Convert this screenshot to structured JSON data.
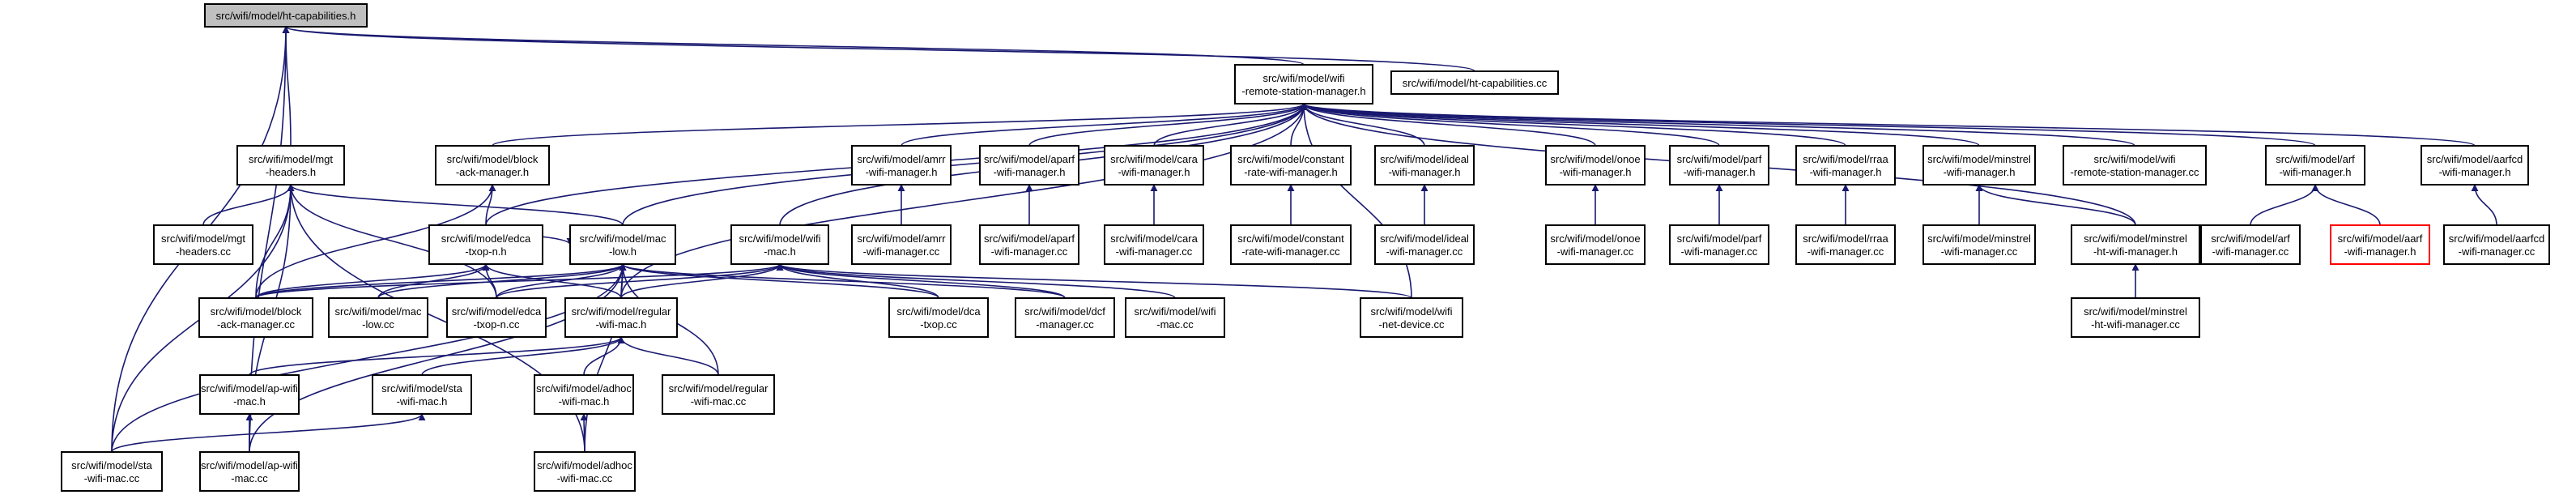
{
  "graph": {
    "colors": {
      "edge": "#191970",
      "node_border": "#000000",
      "node_fill": "#ffffff",
      "root_fill": "#bfbfbf",
      "root_border": "#000000",
      "highlight_border": "#ff0000"
    },
    "nodes": [
      {
        "id": "ht_cap_h",
        "lines": [
          "src/wifi/model/ht-capabilities.h"
        ],
        "root": true
      },
      {
        "id": "rsm_h",
        "lines": [
          "src/wifi/model/wifi",
          "-remote-station-manager.h"
        ]
      },
      {
        "id": "ht_cap_cc",
        "lines": [
          "src/wifi/model/ht-capabilities.cc"
        ]
      },
      {
        "id": "mgt_h",
        "lines": [
          "src/wifi/model/mgt",
          "-headers.h"
        ]
      },
      {
        "id": "block_ack_h",
        "lines": [
          "src/wifi/model/block",
          "-ack-manager.h"
        ]
      },
      {
        "id": "mac_low_h",
        "lines": [
          "src/wifi/model/mac",
          "-low.h"
        ]
      },
      {
        "id": "edca_h",
        "lines": [
          "src/wifi/model/edca",
          "-txop-n.h"
        ]
      },
      {
        "id": "wifi_mac_h",
        "lines": [
          "src/wifi/model/wifi",
          "-mac.h"
        ]
      },
      {
        "id": "amrr_h",
        "lines": [
          "src/wifi/model/amrr",
          "-wifi-manager.h"
        ]
      },
      {
        "id": "aparf_h",
        "lines": [
          "src/wifi/model/aparf",
          "-wifi-manager.h"
        ]
      },
      {
        "id": "cara_h",
        "lines": [
          "src/wifi/model/cara",
          "-wifi-manager.h"
        ]
      },
      {
        "id": "constant_h",
        "lines": [
          "src/wifi/model/constant",
          "-rate-wifi-manager.h"
        ]
      },
      {
        "id": "ideal_h",
        "lines": [
          "src/wifi/model/ideal",
          "-wifi-manager.h"
        ]
      },
      {
        "id": "onoe_h",
        "lines": [
          "src/wifi/model/onoe",
          "-wifi-manager.h"
        ]
      },
      {
        "id": "parf_h",
        "lines": [
          "src/wifi/model/parf",
          "-wifi-manager.h"
        ]
      },
      {
        "id": "rraa_h",
        "lines": [
          "src/wifi/model/rraa",
          "-wifi-manager.h"
        ]
      },
      {
        "id": "minstrel_h",
        "lines": [
          "src/wifi/model/minstrel",
          "-wifi-manager.h"
        ]
      },
      {
        "id": "rsm_cc",
        "lines": [
          "src/wifi/model/wifi",
          "-remote-station-manager.cc"
        ]
      },
      {
        "id": "arf_h",
        "lines": [
          "src/wifi/model/arf",
          "-wifi-manager.h"
        ]
      },
      {
        "id": "aarfcd_h",
        "lines": [
          "src/wifi/model/aarfcd",
          "-wifi-manager.h"
        ]
      },
      {
        "id": "mgt_cc",
        "lines": [
          "src/wifi/model/mgt",
          "-headers.cc"
        ]
      },
      {
        "id": "amrr_cc",
        "lines": [
          "src/wifi/model/amrr",
          "-wifi-manager.cc"
        ]
      },
      {
        "id": "aparf_cc",
        "lines": [
          "src/wifi/model/aparf",
          "-wifi-manager.cc"
        ]
      },
      {
        "id": "cara_cc",
        "lines": [
          "src/wifi/model/cara",
          "-wifi-manager.cc"
        ]
      },
      {
        "id": "constant_cc",
        "lines": [
          "src/wifi/model/constant",
          "-rate-wifi-manager.cc"
        ]
      },
      {
        "id": "ideal_cc",
        "lines": [
          "src/wifi/model/ideal",
          "-wifi-manager.cc"
        ]
      },
      {
        "id": "onoe_cc",
        "lines": [
          "src/wifi/model/onoe",
          "-wifi-manager.cc"
        ]
      },
      {
        "id": "parf_cc",
        "lines": [
          "src/wifi/model/parf",
          "-wifi-manager.cc"
        ]
      },
      {
        "id": "rraa_cc",
        "lines": [
          "src/wifi/model/rraa",
          "-wifi-manager.cc"
        ]
      },
      {
        "id": "minstrel_cc",
        "lines": [
          "src/wifi/model/minstrel",
          "-wifi-manager.cc"
        ]
      },
      {
        "id": "minstrel_ht_h",
        "lines": [
          "src/wifi/model/minstrel",
          "-ht-wifi-manager.h"
        ]
      },
      {
        "id": "arf_cc",
        "lines": [
          "src/wifi/model/arf",
          "-wifi-manager.cc"
        ]
      },
      {
        "id": "aarf_h",
        "lines": [
          "src/wifi/model/aarf",
          "-wifi-manager.h"
        ],
        "highlight": true
      },
      {
        "id": "aarfcd_cc",
        "lines": [
          "src/wifi/model/aarfcd",
          "-wifi-manager.cc"
        ]
      },
      {
        "id": "block_ack_cc",
        "lines": [
          "src/wifi/model/block",
          "-ack-manager.cc"
        ]
      },
      {
        "id": "mac_low_cc",
        "lines": [
          "src/wifi/model/mac",
          "-low.cc"
        ]
      },
      {
        "id": "edca_cc",
        "lines": [
          "src/wifi/model/edca",
          "-txop-n.cc"
        ]
      },
      {
        "id": "regular_h",
        "lines": [
          "src/wifi/model/regular",
          "-wifi-mac.h"
        ]
      },
      {
        "id": "dca_cc",
        "lines": [
          "src/wifi/model/dca",
          "-txop.cc"
        ]
      },
      {
        "id": "dcf_cc",
        "lines": [
          "src/wifi/model/dcf",
          "-manager.cc"
        ]
      },
      {
        "id": "wifi_mac_cc",
        "lines": [
          "src/wifi/model/wifi",
          "-mac.cc"
        ]
      },
      {
        "id": "net_device_cc",
        "lines": [
          "src/wifi/model/wifi",
          "-net-device.cc"
        ]
      },
      {
        "id": "minstrel_ht_cc",
        "lines": [
          "src/wifi/model/minstrel",
          "-ht-wifi-manager.cc"
        ]
      },
      {
        "id": "ap_h",
        "lines": [
          "src/wifi/model/ap-wifi",
          "-mac.h"
        ]
      },
      {
        "id": "sta_h",
        "lines": [
          "src/wifi/model/sta",
          "-wifi-mac.h"
        ]
      },
      {
        "id": "adhoc_h",
        "lines": [
          "src/wifi/model/adhoc",
          "-wifi-mac.h"
        ]
      },
      {
        "id": "regular_cc",
        "lines": [
          "src/wifi/model/regular",
          "-wifi-mac.cc"
        ]
      },
      {
        "id": "sta_cc",
        "lines": [
          "src/wifi/model/sta",
          "-wifi-mac.cc"
        ]
      },
      {
        "id": "ap_cc",
        "lines": [
          "src/wifi/model/ap-wifi",
          "-mac.cc"
        ]
      },
      {
        "id": "adhoc_cc",
        "lines": [
          "src/wifi/model/adhoc",
          "-wifi-mac.cc"
        ]
      }
    ],
    "edges": [
      [
        "rsm_h",
        "ht_cap_h"
      ],
      [
        "ht_cap_cc",
        "ht_cap_h"
      ],
      [
        "mgt_h",
        "ht_cap_h"
      ],
      [
        "ap_cc",
        "ht_cap_h"
      ],
      [
        "sta_cc",
        "ht_cap_h"
      ],
      [
        "block_ack_h",
        "rsm_h"
      ],
      [
        "mac_low_h",
        "rsm_h"
      ],
      [
        "edca_h",
        "rsm_h"
      ],
      [
        "wifi_mac_h",
        "rsm_h"
      ],
      [
        "amrr_h",
        "rsm_h"
      ],
      [
        "aparf_h",
        "rsm_h"
      ],
      [
        "cara_h",
        "rsm_h"
      ],
      [
        "constant_h",
        "rsm_h"
      ],
      [
        "ideal_h",
        "rsm_h"
      ],
      [
        "onoe_h",
        "rsm_h"
      ],
      [
        "parf_h",
        "rsm_h"
      ],
      [
        "rraa_h",
        "rsm_h"
      ],
      [
        "minstrel_h",
        "rsm_h"
      ],
      [
        "rsm_cc",
        "rsm_h"
      ],
      [
        "arf_h",
        "rsm_h"
      ],
      [
        "aarfcd_h",
        "rsm_h"
      ],
      [
        "minstrel_ht_h",
        "rsm_h"
      ],
      [
        "net_device_cc",
        "rsm_h"
      ],
      [
        "regular_h",
        "rsm_h"
      ],
      [
        "mgt_cc",
        "mgt_h"
      ],
      [
        "mac_low_h",
        "mgt_h"
      ],
      [
        "block_ack_cc",
        "mgt_h"
      ],
      [
        "edca_cc",
        "mgt_h"
      ],
      [
        "sta_cc",
        "mgt_h"
      ],
      [
        "ap_cc",
        "mgt_h"
      ],
      [
        "adhoc_cc",
        "mgt_h"
      ],
      [
        "edca_h",
        "block_ack_h"
      ],
      [
        "block_ack_cc",
        "block_ack_h"
      ],
      [
        "edca_h",
        "mac_low_h"
      ],
      [
        "block_ack_cc",
        "mac_low_h"
      ],
      [
        "mac_low_cc",
        "mac_low_h"
      ],
      [
        "edca_cc",
        "mac_low_h"
      ],
      [
        "regular_h",
        "mac_low_h"
      ],
      [
        "dca_cc",
        "mac_low_h"
      ],
      [
        "dcf_cc",
        "mac_low_h"
      ],
      [
        "sta_cc",
        "mac_low_h"
      ],
      [
        "ap_cc",
        "mac_low_h"
      ],
      [
        "adhoc_cc",
        "mac_low_h"
      ],
      [
        "regular_cc",
        "mac_low_h"
      ],
      [
        "block_ack_cc",
        "edca_h"
      ],
      [
        "mac_low_cc",
        "edca_h"
      ],
      [
        "edca_cc",
        "edca_h"
      ],
      [
        "regular_h",
        "edca_h"
      ],
      [
        "block_ack_cc",
        "wifi_mac_h"
      ],
      [
        "regular_h",
        "wifi_mac_h"
      ],
      [
        "dca_cc",
        "wifi_mac_h"
      ],
      [
        "dcf_cc",
        "wifi_mac_h"
      ],
      [
        "wifi_mac_cc",
        "wifi_mac_h"
      ],
      [
        "net_device_cc",
        "wifi_mac_h"
      ],
      [
        "edca_cc",
        "wifi_mac_h"
      ],
      [
        "amrr_cc",
        "amrr_h"
      ],
      [
        "aparf_cc",
        "aparf_h"
      ],
      [
        "cara_cc",
        "cara_h"
      ],
      [
        "constant_cc",
        "constant_h"
      ],
      [
        "ideal_cc",
        "ideal_h"
      ],
      [
        "onoe_cc",
        "onoe_h"
      ],
      [
        "parf_cc",
        "parf_h"
      ],
      [
        "rraa_cc",
        "rraa_h"
      ],
      [
        "minstrel_cc",
        "minstrel_h"
      ],
      [
        "minstrel_ht_h",
        "minstrel_h"
      ],
      [
        "minstrel_ht_cc",
        "minstrel_ht_h"
      ],
      [
        "arf_cc",
        "arf_h"
      ],
      [
        "aarf_h",
        "arf_h"
      ],
      [
        "aarfcd_cc",
        "aarfcd_h"
      ],
      [
        "ap_h",
        "regular_h"
      ],
      [
        "sta_h",
        "regular_h"
      ],
      [
        "adhoc_h",
        "regular_h"
      ],
      [
        "regular_cc",
        "regular_h"
      ],
      [
        "ap_cc",
        "ap_h"
      ],
      [
        "sta_cc",
        "sta_h"
      ],
      [
        "adhoc_cc",
        "adhoc_h"
      ]
    ]
  }
}
